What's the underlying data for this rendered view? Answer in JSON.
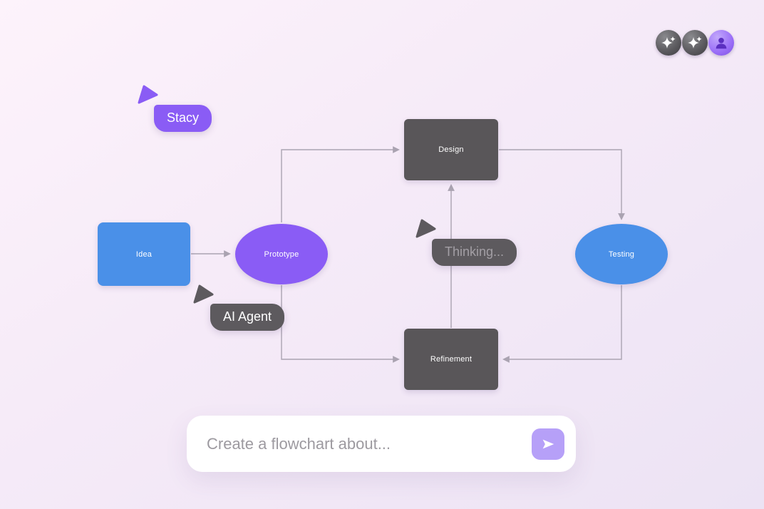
{
  "app": {
    "background_top": "#fdf3fb",
    "background_bottom": "#ece3f4"
  },
  "presence": {
    "avatars": [
      {
        "id": "ai-agent-1",
        "icon": "sparkle-icon"
      },
      {
        "id": "ai-agent-2",
        "icon": "sparkle-icon"
      },
      {
        "id": "user",
        "icon": "person-icon"
      }
    ]
  },
  "cursors": [
    {
      "label": "Stacy",
      "color": "#8a5cf5",
      "text_color": "#ffffff"
    },
    {
      "label": "AI Agent",
      "color": "#5d5a5e",
      "text_color": "#ffffff"
    },
    {
      "label": "Thinking...",
      "color": "#5d5a5e",
      "text_color": "#a39fa5"
    }
  ],
  "flowchart": {
    "nodes": [
      {
        "id": "idea",
        "label": "Idea",
        "shape": "rect",
        "color": "#4a90e8"
      },
      {
        "id": "prototype",
        "label": "Prototype",
        "shape": "ellipse",
        "color": "#8a5cf5"
      },
      {
        "id": "design",
        "label": "Design",
        "shape": "rect",
        "color": "#595659"
      },
      {
        "id": "refinement",
        "label": "Refinement",
        "shape": "rect",
        "color": "#595659"
      },
      {
        "id": "testing",
        "label": "Testing",
        "shape": "ellipse",
        "color": "#4a90e8"
      }
    ],
    "edges": [
      {
        "from": "idea",
        "to": "prototype"
      },
      {
        "from": "prototype",
        "to": "design"
      },
      {
        "from": "design",
        "to": "testing"
      },
      {
        "from": "testing",
        "to": "refinement"
      },
      {
        "from": "refinement",
        "to": "design"
      },
      {
        "from": "prototype",
        "to": "refinement"
      }
    ],
    "edge_color": "#aaa3b1"
  },
  "prompt_bar": {
    "placeholder": "Create a flowchart about...",
    "send_icon": "send-arrow-icon"
  }
}
